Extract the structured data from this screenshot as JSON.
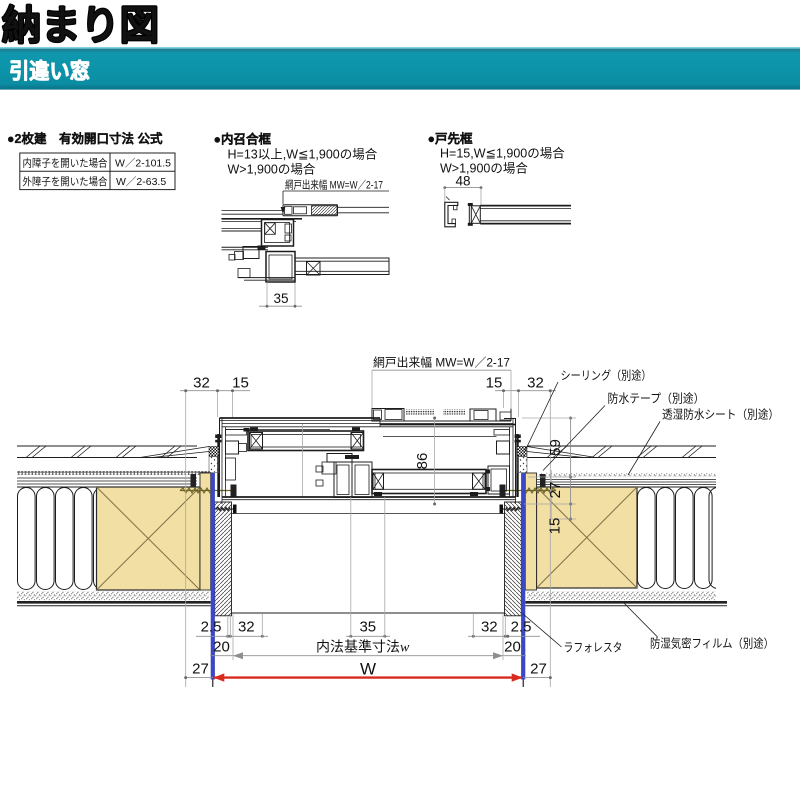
{
  "title": "納まり図",
  "band": {
    "label": "引違い窓",
    "color": "#0c93a9"
  },
  "section_formula": {
    "heading": "●2枚建　有効開口寸法 公式",
    "table": {
      "rows": [
        {
          "case": "内障子を開いた場合",
          "formula": "W／2-101.5"
        },
        {
          "case": "外障子を開いた場合",
          "formula": "W／2-63.5"
        }
      ]
    }
  },
  "section_inner_stile": {
    "heading": "●内召合框",
    "line1": "H=13以上,W≦1,900の場合",
    "line2": "W>1,900の場合",
    "screen_width_label": "網戸出来幅 MW=W／2-17",
    "dim_35": "35"
  },
  "section_end_stile": {
    "heading": "●戸先框",
    "line1": "H=15,W≦1,900の場合",
    "line2": "W>1,900の場合",
    "dim_48": "48"
  },
  "main_drawing": {
    "screen_width_label": "網戸出来幅 MW=W／2-17",
    "dims": {
      "top_left": [
        "32",
        "15"
      ],
      "top_right": [
        "15",
        "32"
      ],
      "frame_depth": "86",
      "right_side": [
        "59",
        "27",
        "15"
      ],
      "bottom_row1": [
        "2.5",
        "32",
        "35",
        "32",
        "2.5"
      ],
      "bottom_row2_left": "20",
      "bottom_row2_right": "20",
      "inner_width_prefix": "内法基準寸法",
      "inner_width_var": "w",
      "bottom_row3_left": "27",
      "bottom_row3_center": "W",
      "bottom_row3_right": "27"
    },
    "callouts": {
      "sealing": "シーリング（別途）",
      "tape": "防水テープ（別途）",
      "sheet": "透湿防水シート（別途）",
      "film": "防湿気密フィルム（別途）",
      "casing": "ラフォレスタ"
    },
    "colors": {
      "wood_fill": "#f2dfa4",
      "frame_flange_line": "#3b47c4",
      "w_dimension_line": "#d92b1d",
      "band_teal": "#0c93a9"
    }
  }
}
